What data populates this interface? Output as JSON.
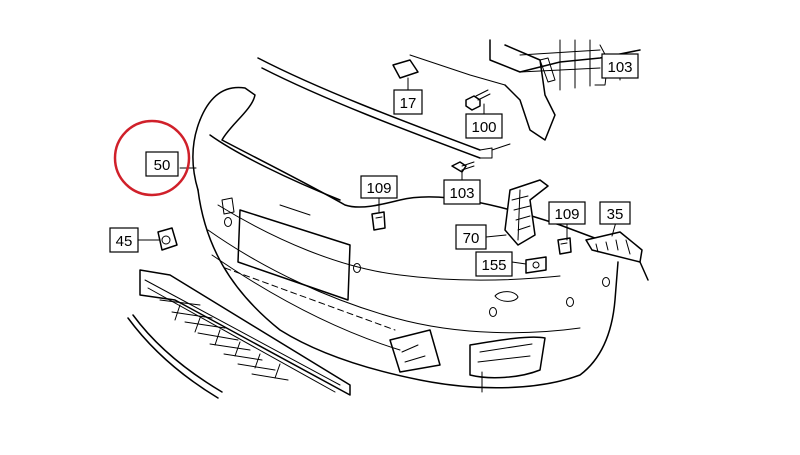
{
  "diagram": {
    "callouts": {
      "c50": "50",
      "c45": "45",
      "c17": "17",
      "c100": "100",
      "c103a": "103",
      "c103b": "103",
      "c109a": "109",
      "c109b": "109",
      "c70": "70",
      "c155": "155",
      "c35": "35"
    },
    "highlight": {
      "target": "50",
      "color": "#d0202a"
    },
    "line_color": "#000000",
    "background": "#ffffff"
  }
}
